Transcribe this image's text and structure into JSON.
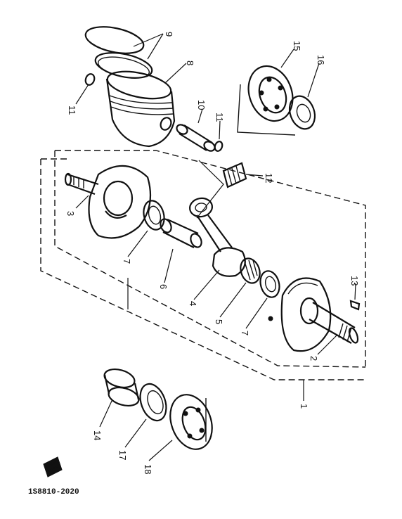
{
  "callouts": [
    {
      "id": "c9",
      "text": "9"
    },
    {
      "id": "c8a",
      "text": "8"
    },
    {
      "id": "c11a",
      "text": "11"
    },
    {
      "id": "c10",
      "text": "10"
    },
    {
      "id": "c11b",
      "text": "11"
    },
    {
      "id": "c15",
      "text": "15"
    },
    {
      "id": "c16",
      "text": "16"
    },
    {
      "id": "c12",
      "text": "12"
    },
    {
      "id": "c3",
      "text": "3"
    },
    {
      "id": "c7a",
      "text": "7"
    },
    {
      "id": "c6",
      "text": "6"
    },
    {
      "id": "c4",
      "text": "4"
    },
    {
      "id": "c5",
      "text": "5"
    },
    {
      "id": "c7b",
      "text": "7"
    },
    {
      "id": "c13",
      "text": "13"
    },
    {
      "id": "c2",
      "text": "2"
    },
    {
      "id": "c1",
      "text": "1"
    },
    {
      "id": "c14",
      "text": "14"
    },
    {
      "id": "c17",
      "text": "17"
    },
    {
      "id": "c18",
      "text": "18"
    }
  ],
  "figure_code": "1S8810-2020"
}
